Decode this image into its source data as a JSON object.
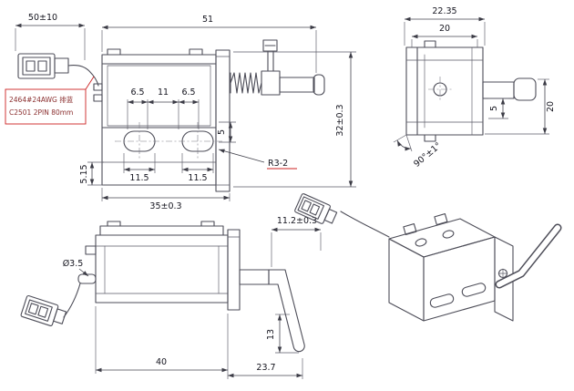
{
  "drawing": {
    "background": "#ffffff",
    "line_color": "#4d4d58",
    "accent_red": "#cc2222"
  },
  "front_view": {
    "cable_length_dim": "50±10",
    "overall_width_dim": "51",
    "overall_height_dim": "32±0.3",
    "slot_width_left_dim": "6.5",
    "slot_gap_dim": "11",
    "slot_width_right_dim": "6.5",
    "offset_dim": "5",
    "foot_height_dim": "5.15",
    "slot_pitch_left_dim": "11.5",
    "slot_pitch_right_dim": "11.5",
    "mount_width_dim": "35±0.3",
    "slot_radius_label": "R3-2",
    "cable_spec_line1": "2464#24AWG 排蓝",
    "cable_spec_line2": "C2501 2PIN 80mm"
  },
  "side_view": {
    "overall_depth_dim": "22.35",
    "inner_depth_dim": "20",
    "height_dim": "20",
    "shaft_offset_dim": "5",
    "angle_dim": "90°±1°"
  },
  "bottom_view": {
    "pin_diameter_dim": "Ø3.5",
    "stroke_dim": "11.2±0.3",
    "lever_height_dim": "13",
    "body_length_dim": "40",
    "lever_length_dim": "23.7"
  }
}
